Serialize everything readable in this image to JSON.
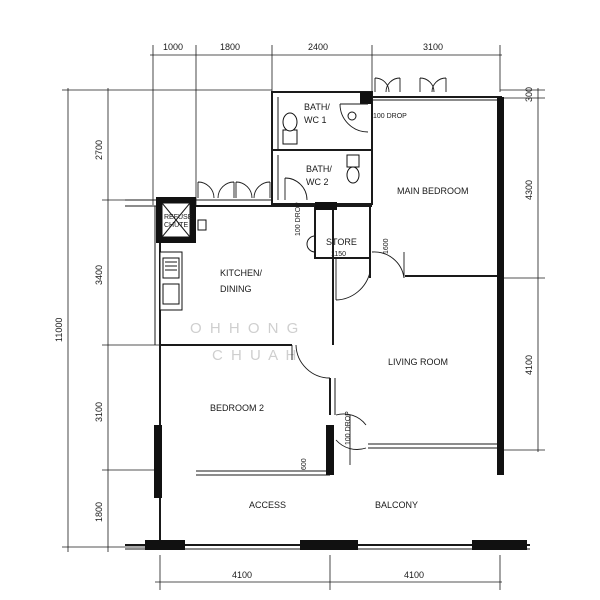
{
  "dimensions": {
    "top": [
      "1000",
      "1800",
      "2400",
      "3100"
    ],
    "top_right": "300",
    "left": [
      "2700",
      "3400",
      "3100",
      "1800"
    ],
    "left_total": "11000",
    "right": [
      "4300",
      "4100"
    ],
    "bottom": [
      "4100",
      "4100"
    ],
    "store_width": "1150",
    "store_depth": "1600",
    "bedroom2_small": "600",
    "drop_bath1": "100 DROP",
    "drop_kitchen": "100 DROP",
    "drop_bedroom2": "100 DROP"
  },
  "rooms": {
    "bath1": [
      "BATH/",
      "WC 1"
    ],
    "bath2": [
      "BATH/",
      "WC 2"
    ],
    "main_bedroom": "MAIN BEDROOM",
    "refuse_chute": [
      "REFUSE",
      "CHUTE"
    ],
    "store": "STORE",
    "kitchen": [
      "KITCHEN/",
      "DINING"
    ],
    "living_room": "LIVING ROOM",
    "bedroom2": "BEDROOM 2",
    "access": "ACCESS",
    "balcony": "BALCONY"
  },
  "watermark": [
    "O H   H O N G",
    "C H U A H"
  ]
}
